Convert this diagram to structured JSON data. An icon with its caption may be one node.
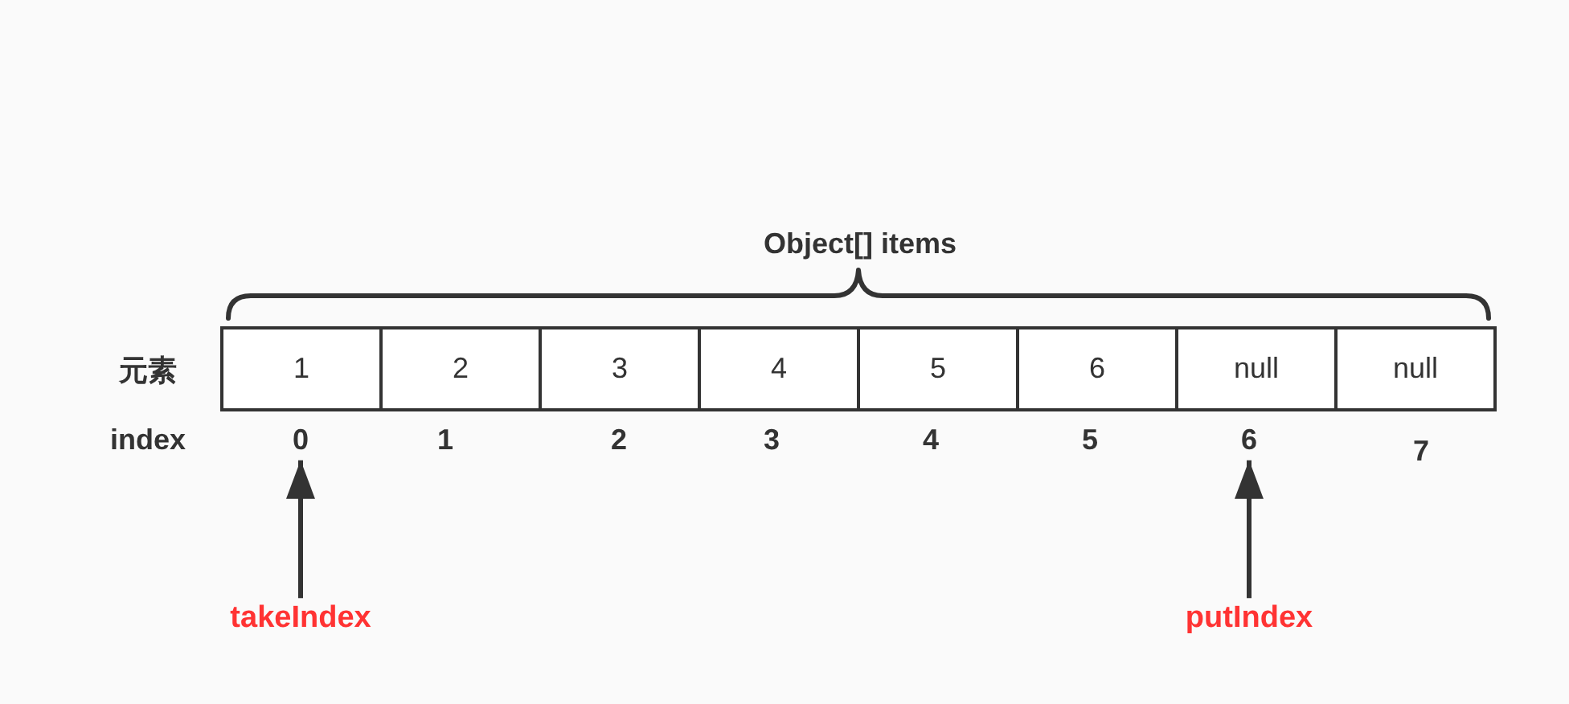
{
  "diagram": {
    "nodes": [
      {
        "text": [
          "1"
        ]
      },
      {
        "text": [
          "2"
        ]
      },
      {
        "text": [
          "3"
        ]
      },
      {
        "text": [
          "4"
        ]
      },
      {
        "text": [
          "5"
        ]
      },
      {
        "text": [
          "6"
        ]
      },
      {
        "text": [
          "null"
        ]
      },
      {
        "text": [
          "null"
        ]
      },
      {
        "text": [
          "0"
        ]
      },
      {
        "text": [
          "6"
        ]
      },
      {
        "text": [
          "takeIndex"
        ]
      },
      {
        "text": [
          "putIndex"
        ]
      }
    ],
    "edges": [
      {
        "from": 10,
        "to": 8,
        "arrow": "to"
      },
      {
        "from": 11,
        "to": 9,
        "arrow": "to"
      }
    ],
    "labels": [
      "Object[] items",
      "元素",
      "index",
      "1",
      "2",
      "3",
      "4",
      "5",
      "7"
    ]
  }
}
